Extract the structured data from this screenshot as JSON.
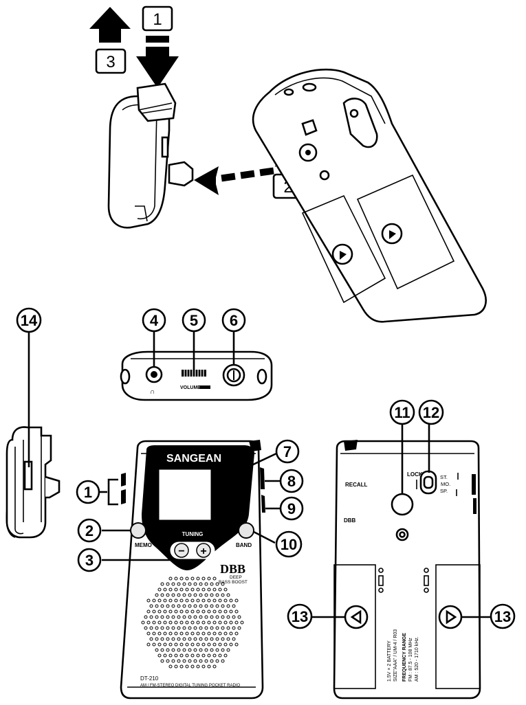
{
  "step_boxes": [
    {
      "id": "step-1",
      "label": "1"
    },
    {
      "id": "step-2",
      "label": "2"
    },
    {
      "id": "step-3",
      "label": "3"
    }
  ],
  "callouts": [
    {
      "id": "4",
      "label": "4"
    },
    {
      "id": "5",
      "label": "5"
    },
    {
      "id": "6",
      "label": "6"
    },
    {
      "id": "7",
      "label": "7"
    },
    {
      "id": "8",
      "label": "8"
    },
    {
      "id": "9",
      "label": "9"
    },
    {
      "id": "10",
      "label": "10"
    },
    {
      "id": "11",
      "label": "11"
    },
    {
      "id": "12",
      "label": "12"
    },
    {
      "id": "13",
      "label": "13"
    },
    {
      "id": "14",
      "label": "14"
    },
    {
      "id": "1",
      "label": "1"
    },
    {
      "id": "2",
      "label": "2"
    },
    {
      "id": "3",
      "label": "3"
    }
  ],
  "front": {
    "brand": "SANGEAN",
    "memo": "MEMO",
    "band": "BAND",
    "tuning": "TUNING",
    "dbb_logo": "DBB",
    "dbb_sub1": "DEEP",
    "dbb_sub2": "BASS BOOST",
    "model": "DT-210",
    "model_desc": "AM / FM-STEREO DIGITAL TUNING POCKET RADIO",
    "minus": "−",
    "plus": "+"
  },
  "top": {
    "volume": "VOLUME",
    "headphone_symbol": "∩"
  },
  "back": {
    "recall": "RECALL",
    "dbb": "DBB",
    "lock": "LOCK",
    "st": "ST.",
    "mo": "MO.",
    "sp": "SP.",
    "battery_line1": "1.5V × 2 BATTERY",
    "battery_line2": "SIZE\"AAA\" / UM-4 / R03",
    "freq_title": "FREQUENCY RANGE",
    "freq_fm": "FM : 87.5 - 108 MHz",
    "freq_am": "AM : 520 - 1710 kHz."
  }
}
